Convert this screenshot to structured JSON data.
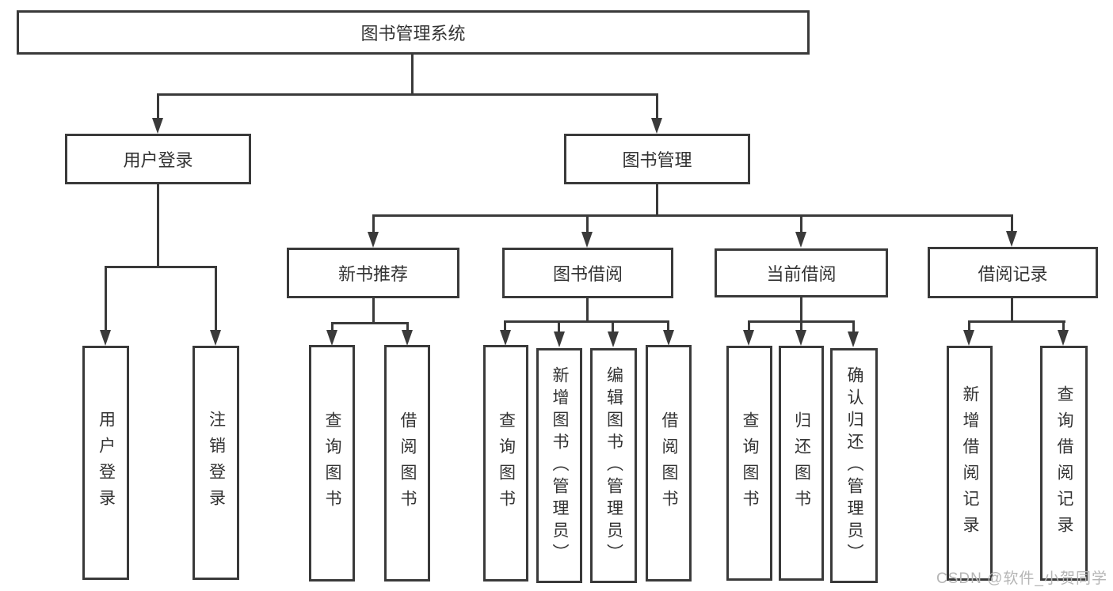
{
  "diagram": {
    "title": "图书管理系统",
    "login": {
      "label": "用户登录",
      "leaves": [
        "用户登录",
        "注销登录"
      ]
    },
    "management": {
      "label": "图书管理",
      "groups": [
        {
          "label": "新书推荐",
          "leaves": [
            "查询图书",
            "借阅图书"
          ]
        },
        {
          "label": "图书借阅",
          "leaves": [
            "查询图书",
            "新增图书（管理员）",
            "编辑图书（管理员）",
            "借阅图书"
          ]
        },
        {
          "label": "当前借阅",
          "leaves": [
            "查询图书",
            "归还图书",
            "确认归还（管理员）"
          ]
        },
        {
          "label": "借阅记录",
          "leaves": [
            "新增借阅记录",
            "查询借阅记录"
          ]
        }
      ]
    }
  },
  "watermark": {
    "text": "CSDN @软件_小贺同学"
  },
  "colors": {
    "line": "#3a3a3a",
    "text": "#333333",
    "background": "#ffffff",
    "watermark": "#b5b5b5"
  }
}
